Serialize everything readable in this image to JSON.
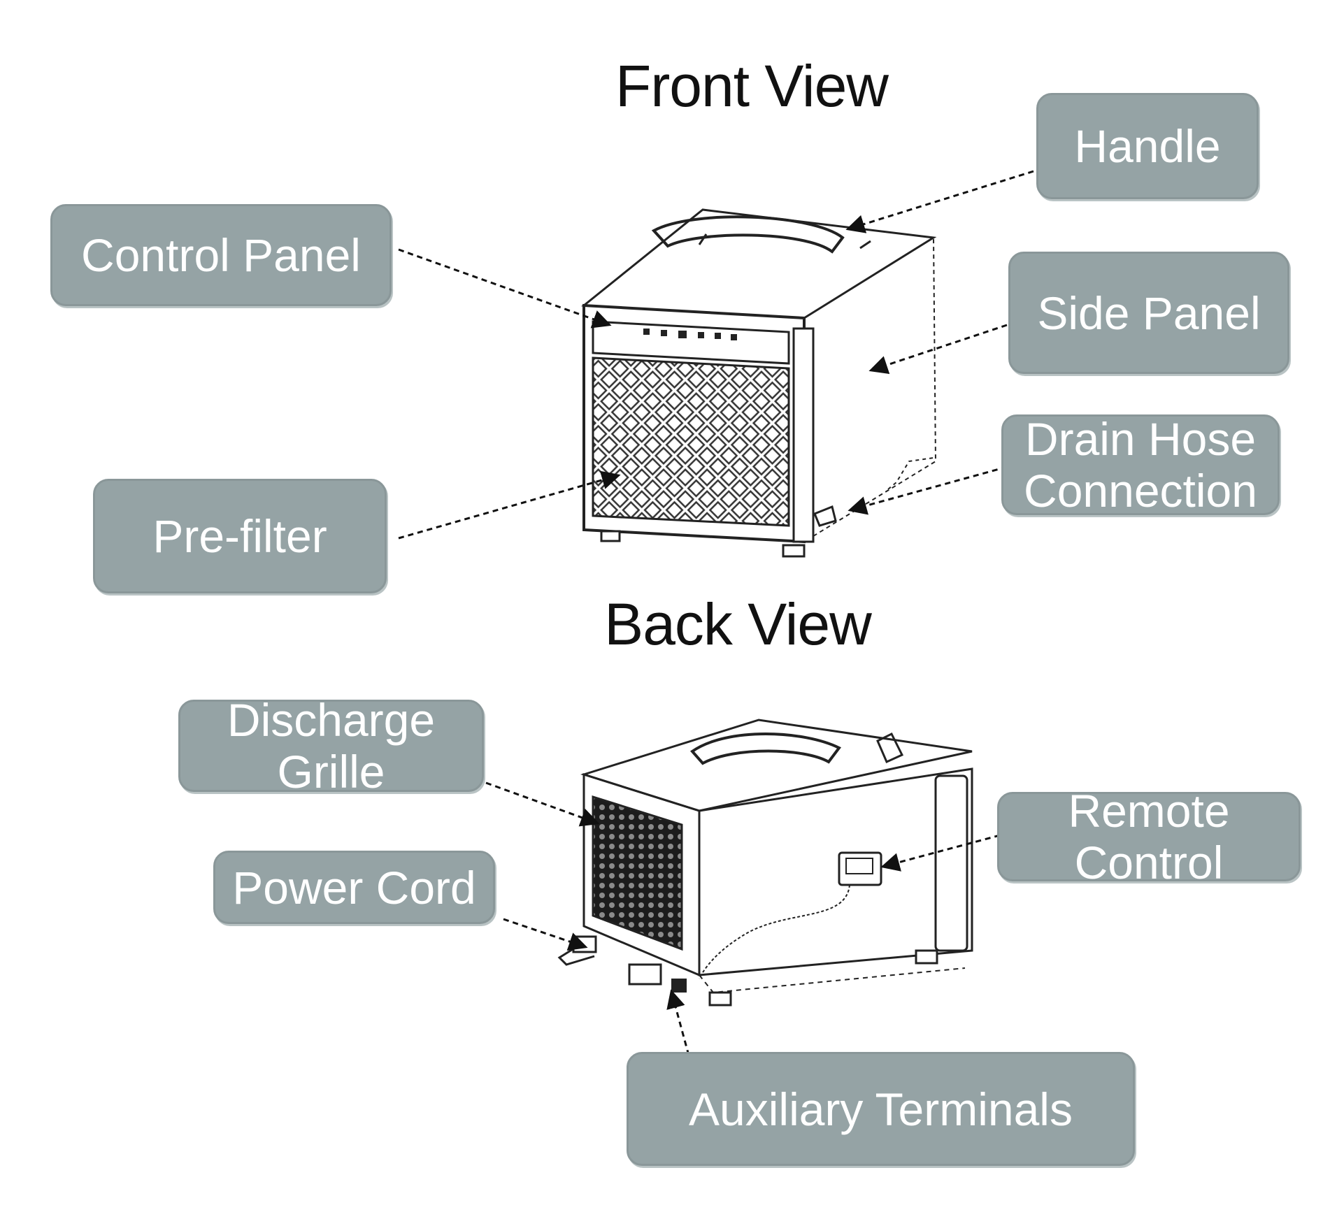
{
  "titles": {
    "front": "Front View",
    "back": "Back View"
  },
  "front_labels": {
    "handle": "Handle",
    "control_panel": "Control Panel",
    "side_panel": "Side Panel",
    "pre_filter": "Pre-filter",
    "drain_hose": [
      "Drain Hose",
      "Connection"
    ]
  },
  "back_labels": {
    "discharge_grille": [
      "Discharge",
      "Grille"
    ],
    "power_cord": "Power Cord",
    "remote_control": [
      "Remote",
      "Control"
    ],
    "auxiliary_terminals": "Auxiliary Terminals"
  },
  "colors": {
    "callout_fill": "#95a3a5",
    "callout_text": "#ffffff",
    "line": "#222222"
  }
}
